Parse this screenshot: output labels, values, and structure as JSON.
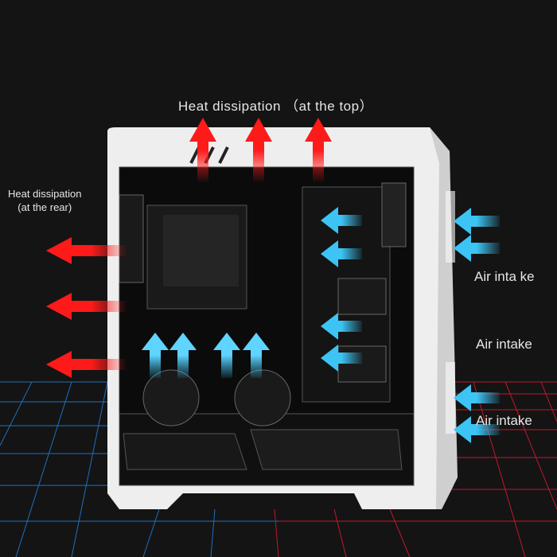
{
  "labels": {
    "top": "Heat dissipation （at the top）",
    "rear_line1": "Heat dissipation",
    "rear_line2": "(at the rear)",
    "intake1": "Air inta ke",
    "intake2": "Air intake",
    "intake3": "Air intake"
  },
  "colors": {
    "heat": "#ff1a1a",
    "intake": "#3cc4f5",
    "case": "#f2f2f2",
    "grid_red": "#c0182a",
    "grid_blue": "#1f6fc0"
  }
}
